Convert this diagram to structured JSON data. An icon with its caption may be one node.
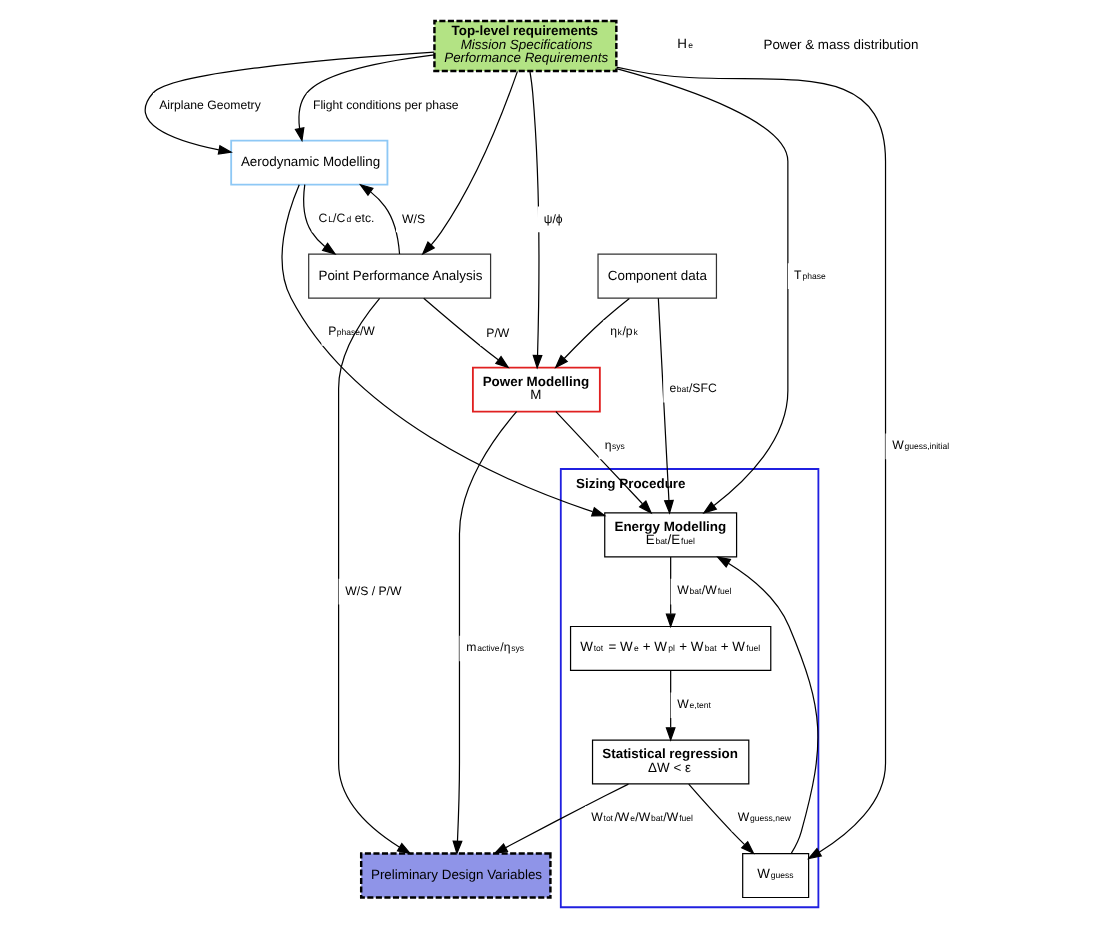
{
  "diagram": {
    "nodes": [
      {
        "text": [
          "Top-level requirements",
          "Mission Specifications",
          "Performance Requirements"
        ]
      },
      {
        "text": [
          "Aerodynamic Modelling"
        ]
      },
      {
        "text": [
          "Point Performance Analysis"
        ]
      },
      {
        "text": [
          "Power Modelling",
          "M"
        ]
      },
      {
        "text": [
          "Component data"
        ]
      },
      {
        "text": [
          "Sizing Procedure"
        ]
      },
      {
        "text": [
          "Energy Modelling",
          "E$_{bat}$/E$_{fuel}$"
        ],
        "in": 5
      },
      {
        "text": [
          "W$_{guess}$"
        ],
        "in": 5
      },
      {
        "text": [
          "W$_{tot}$ = W$_{e}$ + W$_{pl}$ + W$_{bat}$ + W$_{fuel}$"
        ],
        "in": 5
      },
      {
        "text": [
          "Statistical regression",
          "ΔW < ε"
        ],
        "in": 5
      },
      {
        "text": [
          "Preliminary Design Variables"
        ]
      }
    ],
    "edges": [
      {
        "from": 0,
        "to": 1,
        "arrow": "to",
        "label": "Airplane Geometry"
      },
      {
        "from": 0,
        "to": 2,
        "arrow": "to"
      },
      {
        "from": 0,
        "to": 3,
        "arrow": "to",
        "label": "ψ/ϕ"
      },
      {
        "from": 0,
        "to": 1,
        "arrow": "to",
        "label": "Flight conditions per phase"
      },
      {
        "from": 1,
        "to": 2,
        "arrow": "to",
        "label": "C$_{L}$/C$_{d}$ etc."
      },
      {
        "from": 2,
        "to": 1,
        "arrow": "to",
        "label": "W/S"
      },
      {
        "from": 2,
        "to": 3,
        "arrow": "to",
        "label": "P/W"
      },
      {
        "from": 2,
        "to": 10,
        "arrow": "to",
        "label": "W/S / P/W"
      },
      {
        "from": 4,
        "to": 3,
        "arrow": "to",
        "label": "η$_{k}$/p$_{k}$"
      },
      {
        "from": 1,
        "to": 6,
        "arrow": "to",
        "label": "P$_{phase}$/W"
      },
      {
        "from": 0,
        "to": 6,
        "arrow": "to",
        "label": "T$_{phase}$"
      },
      {
        "from": 0,
        "to": 7,
        "arrow": "to",
        "label": "W$_{guess,initial}$"
      },
      {
        "from": 4,
        "to": 6,
        "arrow": "to",
        "label": "e$_{bat}$/SFC"
      },
      {
        "from": 3,
        "to": 6,
        "arrow": "to",
        "label": "η$_{sys}$"
      },
      {
        "from": 7,
        "to": 6,
        "arrow": "to"
      },
      {
        "from": 6,
        "to": 8,
        "arrow": "to",
        "label": "W$_{bat}$/W$_{fuel}$"
      },
      {
        "from": 8,
        "to": 9,
        "arrow": "to",
        "label": "W$_{e,tent}$"
      },
      {
        "from": 9,
        "to": 7,
        "arrow": "to",
        "label": "W$_{guess,new}$"
      },
      {
        "from": 3,
        "to": 10,
        "arrow": "to",
        "label": "m$_{active}$/η$_{sys}$"
      },
      {
        "from": 9,
        "to": 10,
        "arrow": "to",
        "label": "W$_{tot}$/W$_{e}$/W$_{bat}$/W$_{fuel}$"
      }
    ],
    "labels": [
      "H$_{e}$",
      "Power & mass distribution"
    ]
  }
}
